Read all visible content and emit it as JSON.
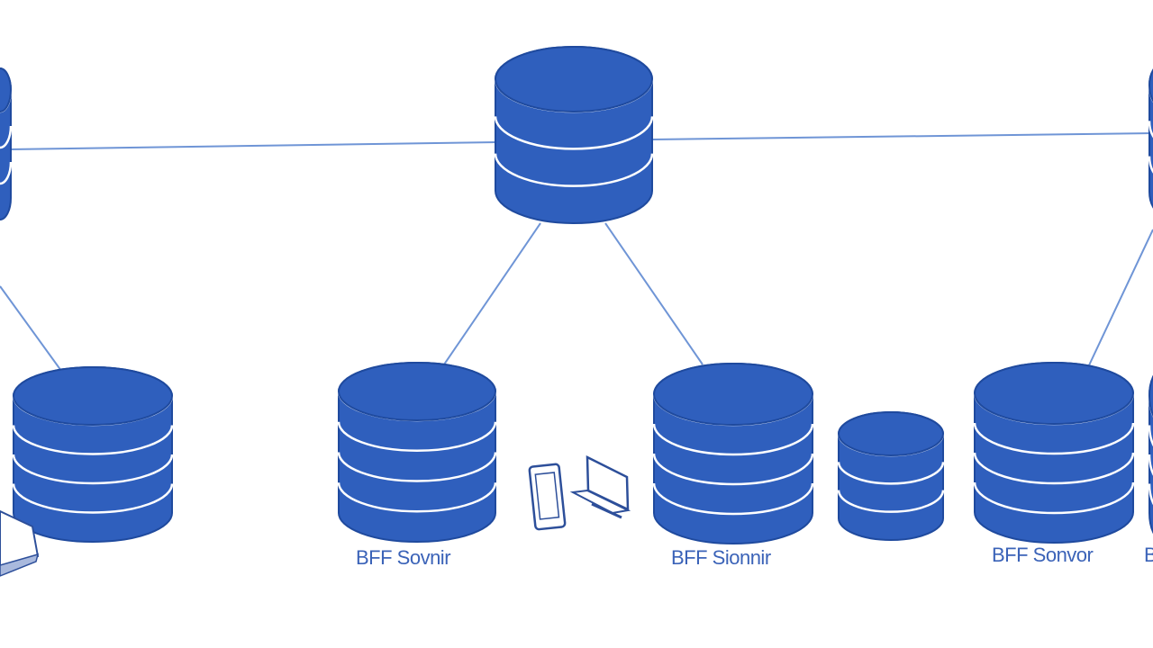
{
  "colors": {
    "database_fill": "#2f5fbd",
    "database_stroke": "#1f4a9e",
    "band_line": "#ffffff",
    "connector_line": "#6f95d6",
    "label_text": "#3b63b8",
    "device_stroke": "#2d4f9a"
  },
  "icons": {
    "database": "database-icon",
    "tablet": "tablet-icon",
    "laptop": "laptop-icon"
  },
  "labels": {
    "server_1": "BFF Sovnir",
    "server_2": "BFF Sionnir",
    "server_3": "BFF Sonvor",
    "server_4": "B"
  }
}
